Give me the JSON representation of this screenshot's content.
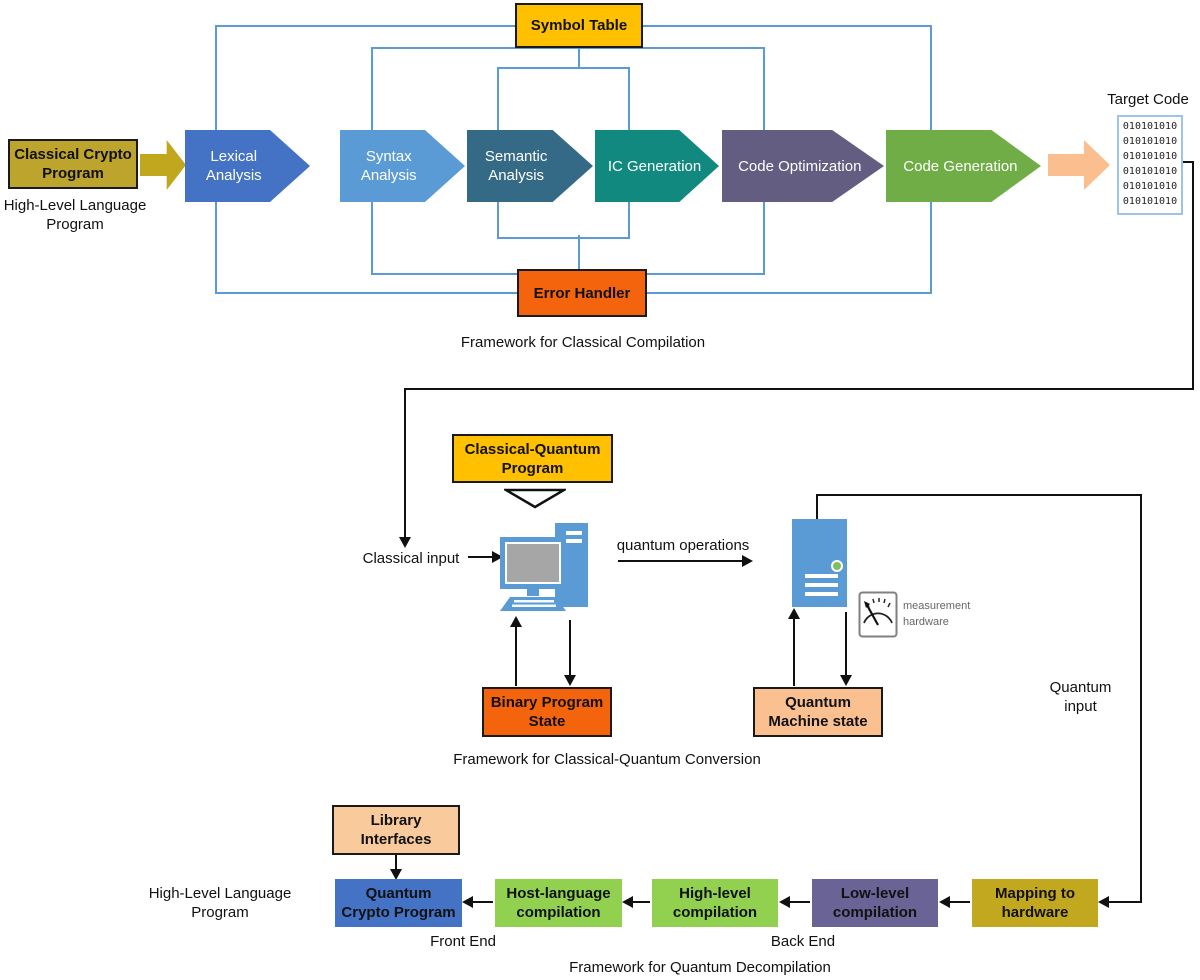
{
  "colors": {
    "frame_line": "#5B9BD5",
    "amber": "#FFC000",
    "orange": "#F4640D",
    "olive_box": "#BCA42D",
    "olive_arrow": "#C0A71E",
    "peach_arrow": "#FBBF8F",
    "peach_box": "#FAC090",
    "peach_light": "#F9CA9C",
    "blue_box": "#4472C4",
    "green_box": "#92D050",
    "purple_box": "#6A6396",
    "gold_box": "#C2A81F",
    "stage_lexical": "#4472C4",
    "stage_syntax": "#5B9BD5",
    "stage_semantic": "#346A85",
    "stage_ic": "#12897E",
    "stage_codeopt": "#635D82",
    "stage_codegen": "#70AD47",
    "target_border": "#9DC3E6",
    "icon_blue": "#5B9BD5",
    "screen_gray": "#A6A6A6"
  },
  "classical": {
    "input_box": "Classical Crypto Program",
    "input_caption_line1": "High-Level Language",
    "input_caption_line2": "Program",
    "symbol_table": "Symbol Table",
    "error_handler": "Error Handler",
    "stages": [
      {
        "label": "Lexical Analysis"
      },
      {
        "label": "Syntax Analysis"
      },
      {
        "label": "Semantic Analysis"
      },
      {
        "label": "IC Generation"
      },
      {
        "label": "Code Optimization"
      },
      {
        "label": "Code Generation"
      }
    ],
    "target_code_label": "Target Code",
    "target_code_lines": [
      "010101010",
      "010101010",
      "010101010",
      "010101010",
      "010101010",
      "010101010"
    ],
    "caption": "Framework for Classical Compilation"
  },
  "conversion": {
    "program_box_line1": "Classical-Quantum",
    "program_box_line2": "Program",
    "classical_input": "Classical input",
    "quantum_operations": "quantum operations",
    "measurement_line1": "measurement",
    "measurement_line2": "hardware",
    "binary_state_line1": "Binary Program",
    "binary_state_line2": "State",
    "machine_state_line1": "Quantum",
    "machine_state_line2": "Machine state",
    "quantum_input_line1": "Quantum",
    "quantum_input_line2": "input",
    "caption": "Framework for Classical-Quantum Conversion"
  },
  "decompilation": {
    "library_line1": "Library",
    "library_line2": "Interfaces",
    "hll_caption_line1": "High-Level Language",
    "hll_caption_line2": "Program",
    "boxes": [
      {
        "label": "Quantum Crypto Program"
      },
      {
        "label": "Host-language compilation"
      },
      {
        "label": "High-level compilation"
      },
      {
        "label": "Low-level compilation"
      },
      {
        "label": "Mapping to hardware"
      }
    ],
    "front_end": "Front End",
    "back_end": "Back End",
    "caption": "Framework for Quantum Decompilation"
  }
}
